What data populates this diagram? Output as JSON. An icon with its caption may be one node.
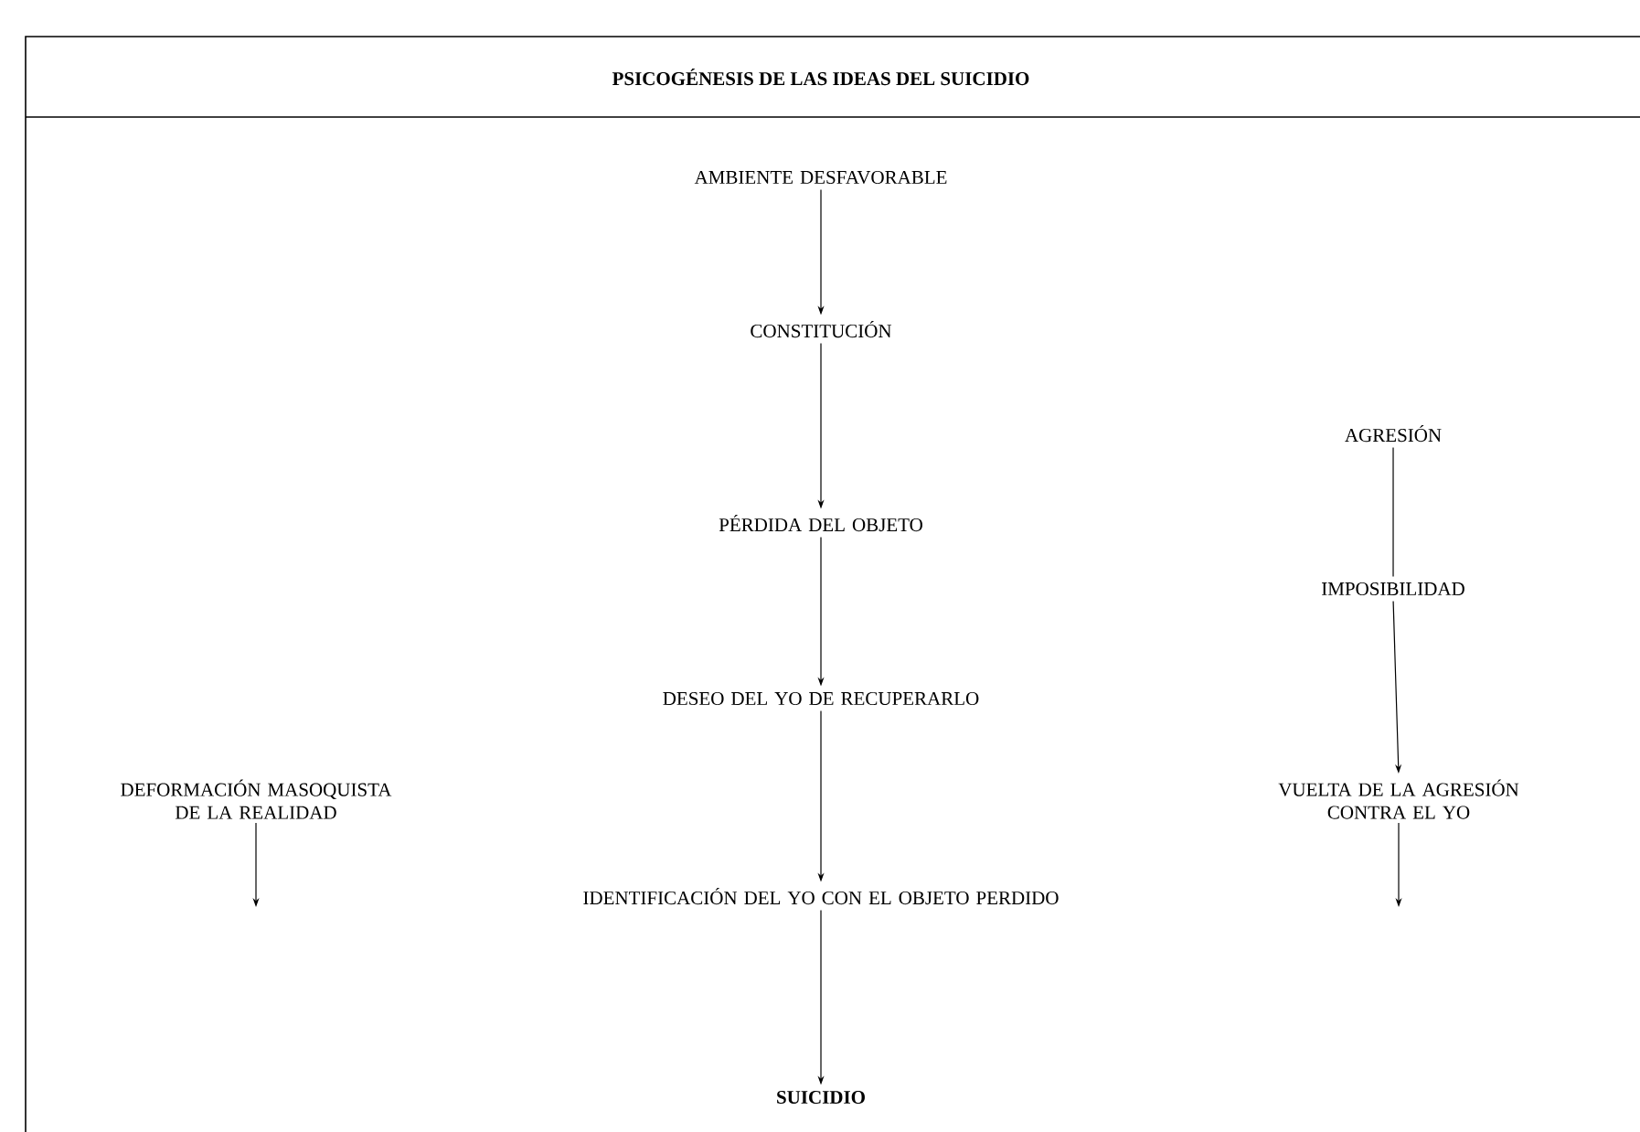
{
  "diagram": {
    "title": "PSICOGÉNESIS DE LAS IDEAS DEL SUICIDIO",
    "nodes": [
      {
        "text": [
          "AMBIENTE DESFAVORABLE"
        ]
      },
      {
        "text": [
          "CONSTITUCIÓN"
        ]
      },
      {
        "text": [
          "AGRESIÓN"
        ]
      },
      {
        "text": [
          "PÉRDIDA DEL OBJETO"
        ]
      },
      {
        "text": [
          "IMPOSIBILIDAD"
        ]
      },
      {
        "text": [
          "DESEO DEL YO DE RECUPERARLO"
        ]
      },
      {
        "text": [
          "DEFORMACIÓN MASOQUISTA DE LA REALIDAD"
        ]
      },
      {
        "text": [
          "VUELTA DE LA AGRESIÓN CONTRA EL YO"
        ]
      },
      {
        "text": [
          "IDENTIFICACIÓN DEL YO CON EL OBJETO PERDIDO"
        ]
      },
      {
        "text": [
          "SUICIDIO"
        ]
      }
    ],
    "edges": [
      {
        "from": 0,
        "to": 1,
        "arrow": "to"
      },
      {
        "from": 1,
        "to": 3,
        "arrow": "to"
      },
      {
        "from": 3,
        "to": 5,
        "arrow": "to"
      },
      {
        "from": 5,
        "to": 8,
        "arrow": "to"
      },
      {
        "from": 8,
        "to": 9,
        "arrow": "to"
      },
      {
        "from": 2,
        "to": 4,
        "arrow": "none"
      },
      {
        "from": 4,
        "to": 7,
        "arrow": "to"
      },
      {
        "from": 6,
        "to": null,
        "arrow": "to"
      },
      {
        "from": 7,
        "to": null,
        "arrow": "to"
      }
    ]
  }
}
